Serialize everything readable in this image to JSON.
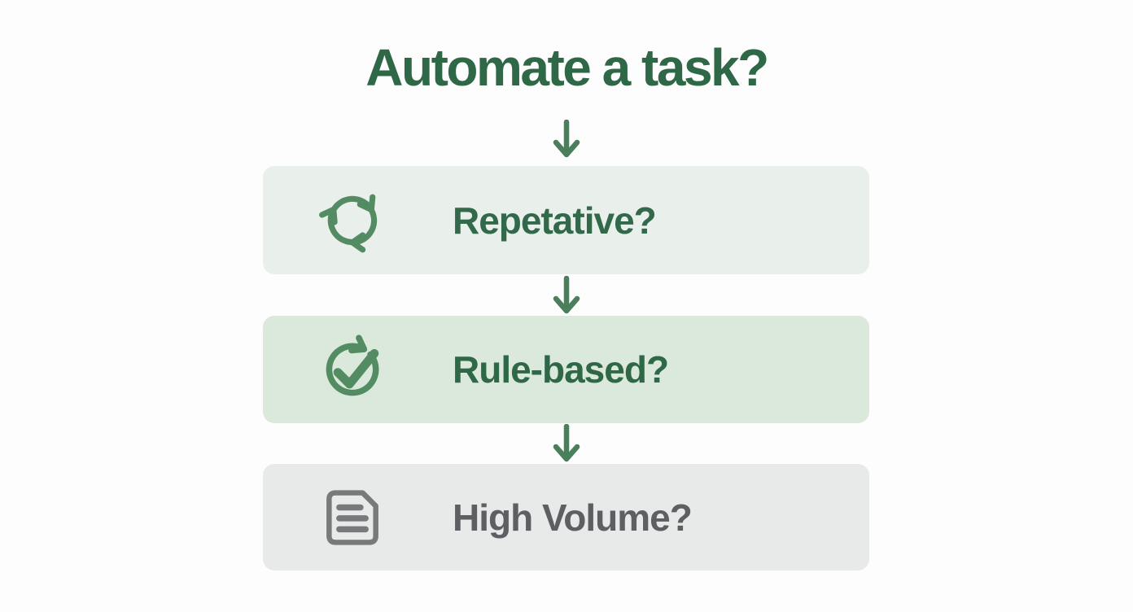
{
  "page": {
    "background_color": "#fdfdfd"
  },
  "title": {
    "text": "Automate a task?",
    "color": "#2e6847"
  },
  "connectors": {
    "direction": "down",
    "color": "#4b7e5b",
    "count": 3
  },
  "steps": [
    {
      "label": "Repetative?",
      "icon": "cycle-arrows-icon",
      "background_color": "#e9efea",
      "label_color": "#33694b",
      "icon_color": "#538b63"
    },
    {
      "label": "Rule-based?",
      "icon": "check-circle-arrow-icon",
      "background_color": "#dbe9dc",
      "label_color": "#2f6847",
      "icon_color": "#538b63"
    },
    {
      "label": "High Volume?",
      "icon": "document-icon",
      "background_color": "#e8e9e9",
      "label_color": "#5c6063",
      "icon_color": "#77797b"
    }
  ]
}
